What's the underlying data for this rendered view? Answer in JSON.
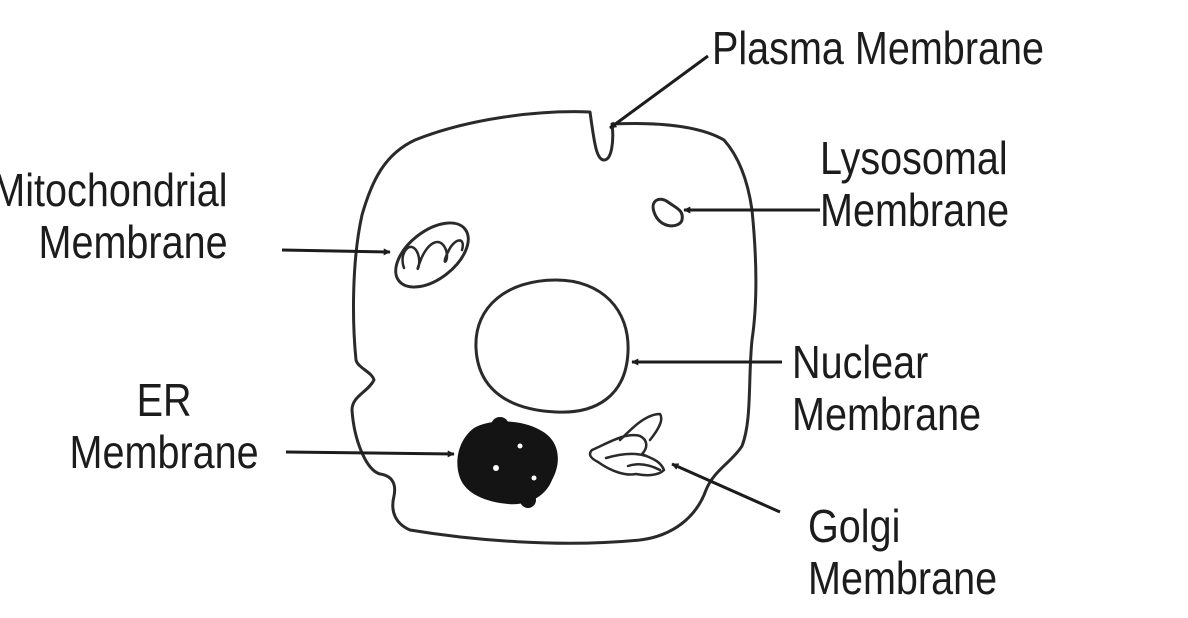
{
  "diagram": {
    "labels": {
      "plasma": [
        "Plasma Membrane"
      ],
      "lysosomal": [
        "Lysosomal",
        "Membrane"
      ],
      "mitochondrial": [
        "Mitochondrial",
        "Membrane"
      ],
      "nuclear": [
        "Nuclear",
        "Membrane"
      ],
      "er": [
        "ER",
        "Membrane"
      ],
      "golgi": [
        "Golgi",
        "Membrane"
      ]
    }
  }
}
